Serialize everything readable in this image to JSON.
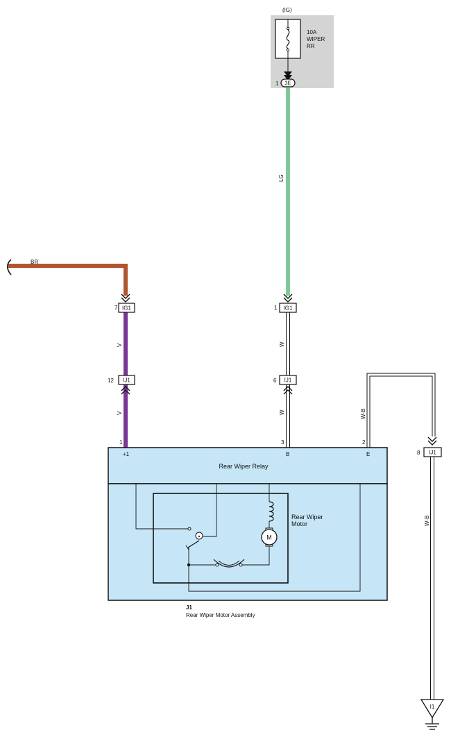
{
  "fuse": {
    "source": "(IG)",
    "rating": "10A",
    "name_line1": "WIPER",
    "name_line2": "RR",
    "pin": "1",
    "connector": "3E"
  },
  "wires": {
    "lg": "LG",
    "br": "BR",
    "v_upper": "V",
    "v_lower": "V",
    "w_upper": "W",
    "w_lower": "W",
    "wb_left": "W-B",
    "wb_right": "W-B"
  },
  "connectors": {
    "ig1_left": {
      "pin": "7",
      "name": "IG1"
    },
    "ig1_mid": {
      "pin": "1",
      "name": "IG1"
    },
    "ij1_left": {
      "pin": "12",
      "name": "IJ1"
    },
    "ij1_mid": {
      "pin": "6",
      "name": "IJ1"
    },
    "ij1_right": {
      "pin": "8",
      "name": "IJ1"
    }
  },
  "assembly": {
    "pin_plus": "1",
    "pin_b": "3",
    "pin_e": "2",
    "term_plus": "+1",
    "term_b": "B",
    "term_e": "E",
    "relay_label": "Rear Wiper Relay",
    "motor_label_line1": "Rear Wiper",
    "motor_label_line2": "Motor",
    "motor_symbol": "M",
    "id": "J1",
    "title": "Rear Wiper Motor Assembly"
  },
  "ground": {
    "name": "I1"
  },
  "colors": {
    "lg": "#7ec99a",
    "br": "#b0562e",
    "v": "#7a3596",
    "relay_fill": "#c6e6f7",
    "fuse_box": "#d4d4d4"
  }
}
